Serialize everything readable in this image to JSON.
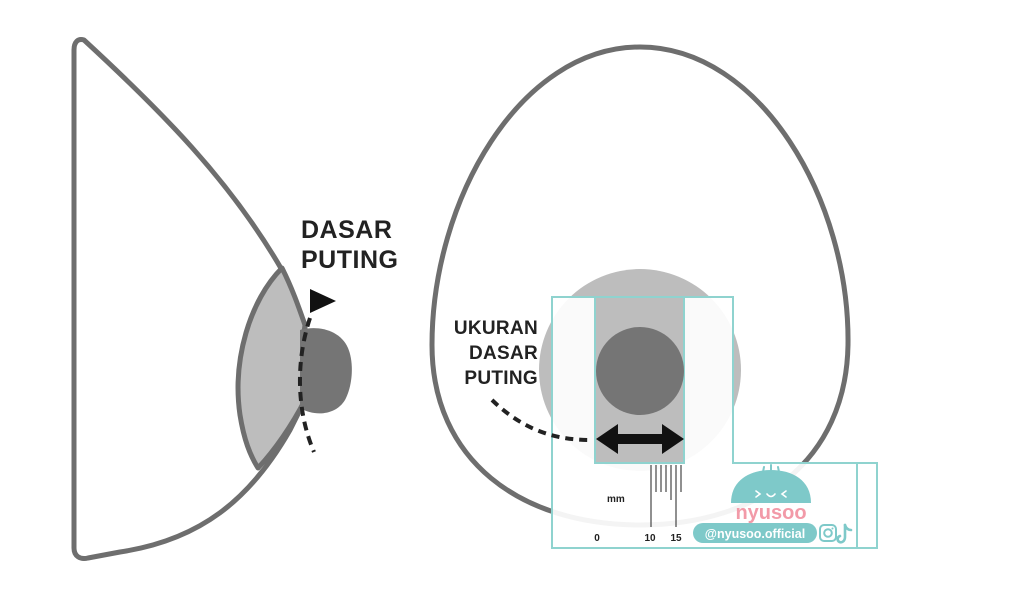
{
  "labels": {
    "side_title_line1": "DASAR",
    "side_title_line2": "PUTING",
    "front_title_line1": "UKURAN",
    "front_title_line2": "DASAR",
    "front_title_line3": "PUTING"
  },
  "ruler": {
    "unit": "mm",
    "ticks": [
      "0",
      "10",
      "15"
    ]
  },
  "brand": {
    "name": "nyusoo",
    "handle": "@nyusoo.official"
  },
  "icons": {
    "social": [
      "instagram-icon",
      "tiktok-icon"
    ]
  },
  "colors": {
    "outline": "#6e6e6e",
    "areola": "#bdbdbd",
    "nipple": "#757575",
    "ruler_border": "#8fd3cf",
    "brand_pink": "#f29aa8",
    "brand_teal": "#7ec9c9"
  }
}
